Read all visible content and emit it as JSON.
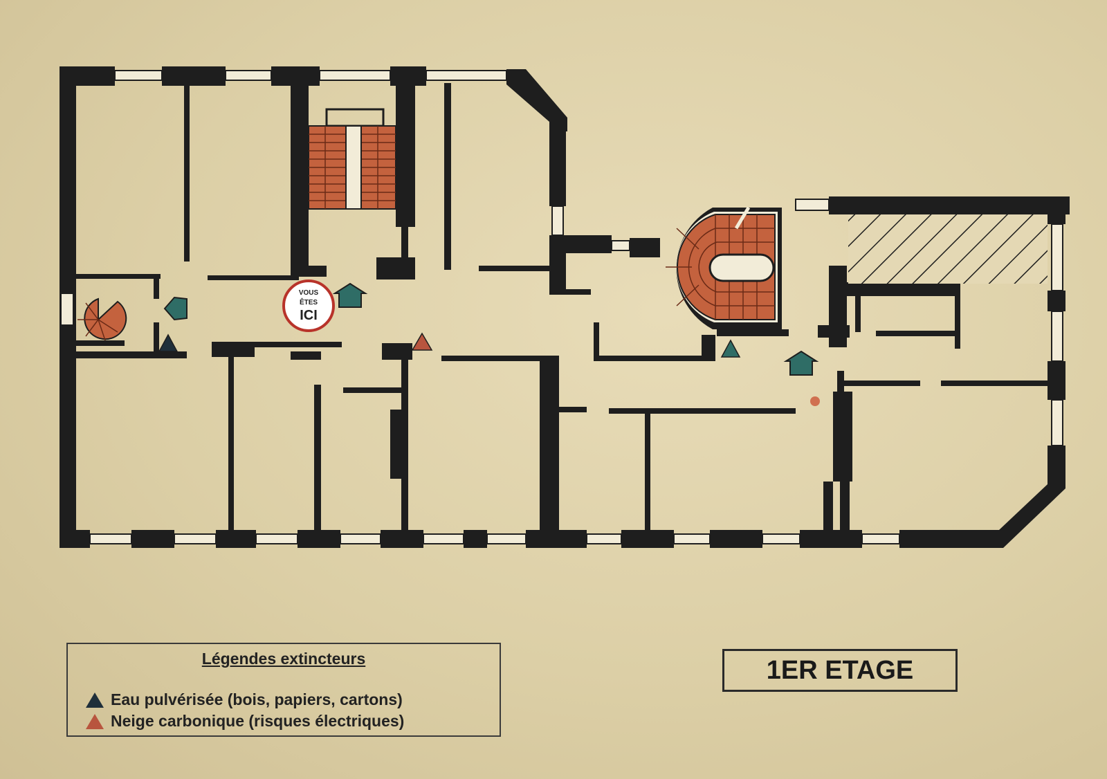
{
  "plan": {
    "you_are_here": {
      "line1": "VOUS",
      "line2": "ÊTES",
      "line3": "ICI"
    },
    "floor_label": "1ER ETAGE"
  },
  "legend": {
    "title": "Légendes extincteurs",
    "items": [
      {
        "label": "Eau pulvérisée (bois, papiers, cartons)",
        "color": "#1f2f3a"
      },
      {
        "label": "Neige carbonique (risques électriques)",
        "color": "#b8553e"
      }
    ]
  },
  "colors": {
    "wall": "#1e1e1e",
    "stairs": "#c4623e",
    "exit_arrow": "#2f6d66",
    "window": "#f2ecd8"
  },
  "icons": [
    "you-are-here-marker",
    "exit-arrow-icon",
    "extinguisher-water-icon",
    "extinguisher-co2-icon",
    "spiral-stair-icon"
  ]
}
